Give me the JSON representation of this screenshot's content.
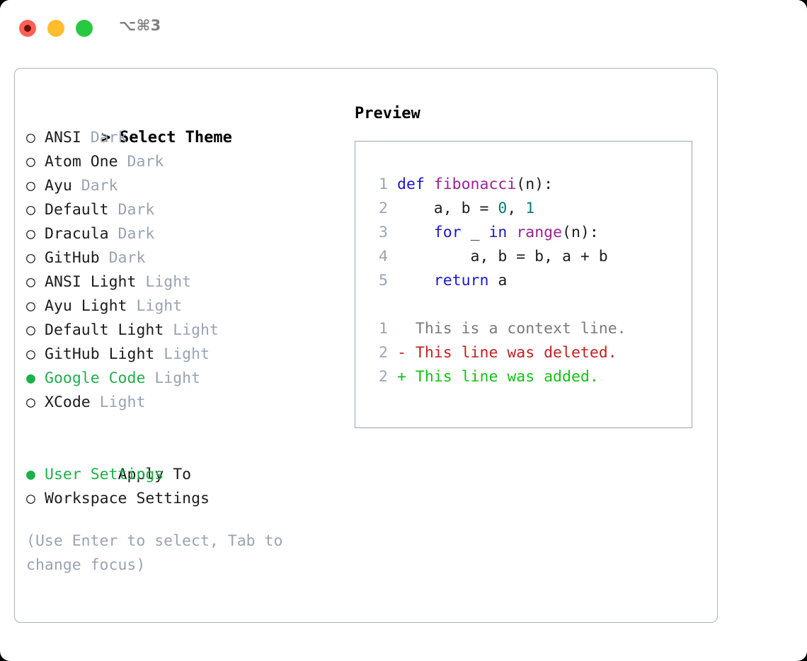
{
  "titlebar": {
    "shortcut": "⌥⌘3",
    "buttons": {
      "close_label": "close",
      "minimize_label": "minimize",
      "maximize_label": "maximize"
    },
    "colors": {
      "close": "#ff5f57",
      "minimize": "#ffbd2e",
      "maximize": "#28c840"
    }
  },
  "theme_picker": {
    "heading": "Select Theme",
    "heading_marker": ">",
    "marker_selected": "●",
    "marker_unselected": "○",
    "selected_color": "#1db04a",
    "suffix_color": "#9aa3b2",
    "items": [
      {
        "marker": "○",
        "name": "ANSI",
        "suffix": "Dark",
        "selected": false
      },
      {
        "marker": "○",
        "name": "Atom One",
        "suffix": "Dark",
        "selected": false
      },
      {
        "marker": "○",
        "name": "Ayu",
        "suffix": "Dark",
        "selected": false
      },
      {
        "marker": "○",
        "name": "Default",
        "suffix": "Dark",
        "selected": false
      },
      {
        "marker": "○",
        "name": "Dracula",
        "suffix": "Dark",
        "selected": false
      },
      {
        "marker": "○",
        "name": "GitHub",
        "suffix": "Dark",
        "selected": false
      },
      {
        "marker": "○",
        "name": "ANSI Light",
        "suffix": "Light",
        "selected": false
      },
      {
        "marker": "○",
        "name": "Ayu Light",
        "suffix": "Light",
        "selected": false
      },
      {
        "marker": "○",
        "name": "Default Light",
        "suffix": "Light",
        "selected": false
      },
      {
        "marker": "○",
        "name": "GitHub Light",
        "suffix": "Light",
        "selected": false
      },
      {
        "marker": "●",
        "name": "Google Code",
        "suffix": "Light",
        "selected": true
      },
      {
        "marker": "○",
        "name": "XCode",
        "suffix": "Light",
        "selected": false
      }
    ]
  },
  "apply_to": {
    "heading": "Apply To",
    "items": [
      {
        "marker": "●",
        "name": "User Settings",
        "selected": true
      },
      {
        "marker": "○",
        "name": "Workspace Settings",
        "selected": false
      }
    ]
  },
  "hint": "(Use Enter to select, Tab to change focus)",
  "preview": {
    "title": "Preview",
    "code_lines": [
      {
        "no": "1",
        "tokens": [
          {
            "t": "def ",
            "c": "kw"
          },
          {
            "t": "fibonacci",
            "c": "fn"
          },
          {
            "t": "(n):",
            "c": "plain"
          }
        ]
      },
      {
        "no": "2",
        "tokens": [
          {
            "t": "    a, b = ",
            "c": "plain"
          },
          {
            "t": "0",
            "c": "num"
          },
          {
            "t": ", ",
            "c": "plain"
          },
          {
            "t": "1",
            "c": "num"
          }
        ]
      },
      {
        "no": "3",
        "tokens": [
          {
            "t": "    ",
            "c": "plain"
          },
          {
            "t": "for",
            "c": "kw"
          },
          {
            "t": " _ ",
            "c": "plain"
          },
          {
            "t": "in",
            "c": "kw"
          },
          {
            "t": " ",
            "c": "plain"
          },
          {
            "t": "range",
            "c": "fn"
          },
          {
            "t": "(n):",
            "c": "plain"
          }
        ]
      },
      {
        "no": "4",
        "tokens": [
          {
            "t": "        a, b = b, a + b",
            "c": "plain"
          }
        ]
      },
      {
        "no": "5",
        "tokens": [
          {
            "t": "    ",
            "c": "plain"
          },
          {
            "t": "return",
            "c": "kw"
          },
          {
            "t": " a",
            "c": "plain"
          }
        ]
      }
    ],
    "diff_lines": [
      {
        "no": "1",
        "tokens": [
          {
            "t": "  This is a context line.",
            "c": "ctx"
          }
        ]
      },
      {
        "no": "2",
        "tokens": [
          {
            "t": "- This line was deleted.",
            "c": "del"
          }
        ]
      },
      {
        "no": "2",
        "tokens": [
          {
            "t": "+ This line was added.",
            "c": "add"
          }
        ]
      }
    ],
    "colors": {
      "keyword": "#1c18c8",
      "function": "#9b2393",
      "number": "#0b7a77",
      "plain": "#1c1c1c",
      "context": "#7a7a7a",
      "deleted": "#c22121",
      "added": "#12c312",
      "lineno": "#9aa5b5",
      "border": "#9aa5b5"
    }
  }
}
